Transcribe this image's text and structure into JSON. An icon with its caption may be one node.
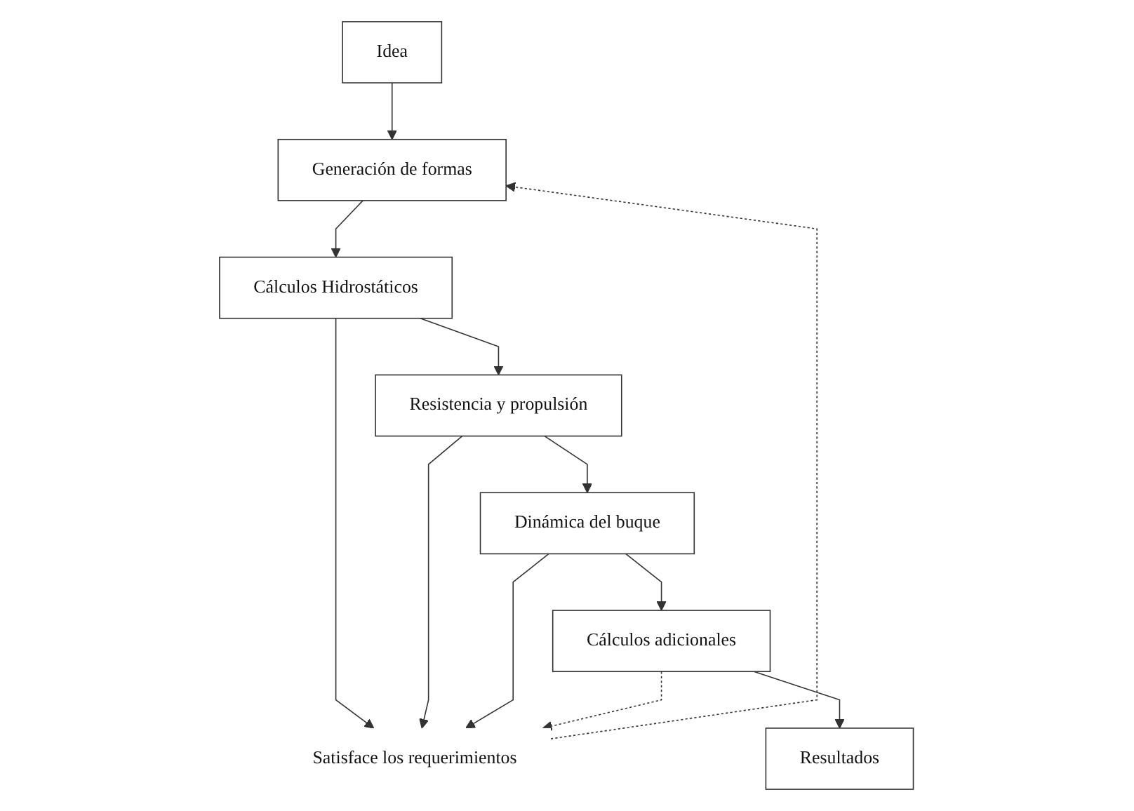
{
  "diagram": {
    "nodes": [
      {
        "text": [
          "Generación de formas"
        ]
      },
      {
        "text": [
          "Cálculos Hidrostáticos"
        ]
      },
      {
        "text": [
          "Idea"
        ]
      },
      {
        "text": [
          "Satisface los requerimientos"
        ]
      },
      {
        "text": [
          "Resistencia y propulsión"
        ]
      },
      {
        "text": [
          "Resultados"
        ]
      },
      {
        "text": [
          "Cálculos adicionales"
        ]
      },
      {
        "text": [
          "Dinámica del buque"
        ]
      }
    ],
    "edges": [
      {
        "from": 2,
        "to": 0,
        "arrow": "to"
      },
      {
        "from": 0,
        "to": 1,
        "arrow": "to"
      },
      {
        "from": 1,
        "to": 3,
        "arrow": "to"
      },
      {
        "from": 1,
        "to": 4,
        "arrow": "to"
      },
      {
        "from": 4,
        "to": 3,
        "arrow": "to"
      },
      {
        "from": 4,
        "to": 7,
        "arrow": "to"
      },
      {
        "from": 7,
        "to": 3,
        "arrow": "to"
      },
      {
        "from": 7,
        "to": 6,
        "arrow": "to"
      },
      {
        "from": 6,
        "to": 5,
        "arrow": "to"
      },
      {
        "from": 3,
        "to": 0,
        "arrow": "to",
        "style": "dashed"
      },
      {
        "from": 6,
        "to": 3,
        "arrow": "to",
        "style": "dashed"
      }
    ]
  }
}
